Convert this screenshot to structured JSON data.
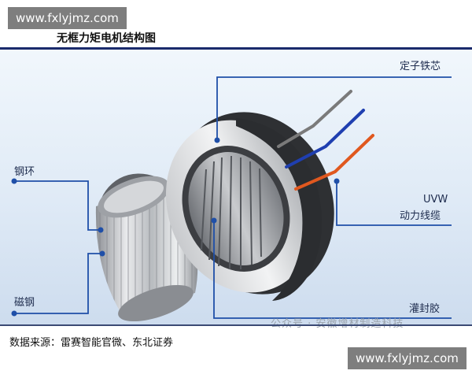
{
  "title": "无框力矩电机结构图",
  "labels": {
    "stator_core": "定子铁芯",
    "steel_ring": "钢环",
    "uvw_line1": "UVW",
    "uvw_line2": "动力线缆",
    "magnetic_steel": "磁钢",
    "potting": "灌封胶"
  },
  "source": "数据来源：雷赛智能官微、东北证券",
  "watermarks": {
    "site_top": "www.fxlyjmz.com",
    "site_bottom": "www.fxlyjmz.com",
    "channel": "公众号 · 安徽增材制造科技"
  },
  "colors": {
    "title_rule": "#1a2a6c",
    "leader_line": "#1f4fa8",
    "wire_gray": "#7a7a7a",
    "wire_blue": "#1f3fb0",
    "wire_orange": "#e0581f"
  }
}
